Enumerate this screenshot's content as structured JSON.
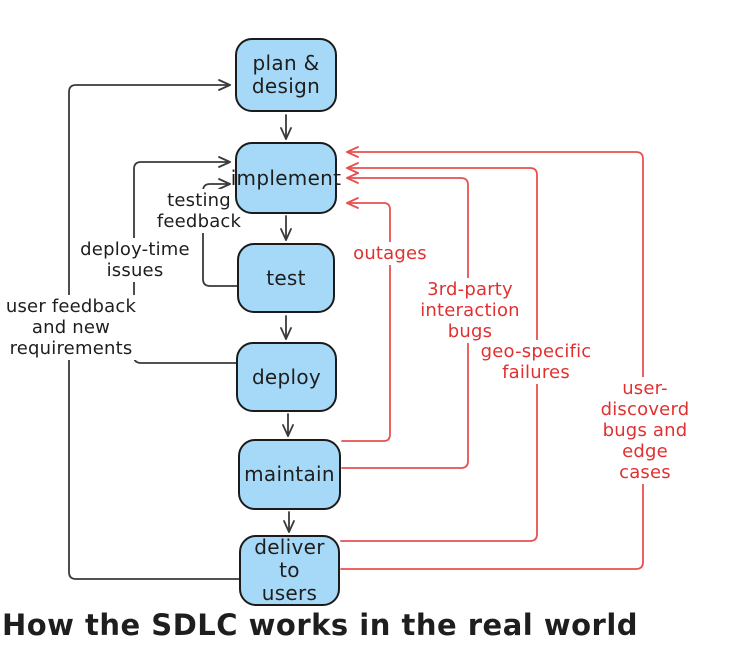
{
  "title": "How the SDLC works in the real world",
  "nodes": [
    {
      "id": "plan-design",
      "label": "plan &\ndesign"
    },
    {
      "id": "implement",
      "label": "implement"
    },
    {
      "id": "test",
      "label": "test"
    },
    {
      "id": "deploy",
      "label": "deploy"
    },
    {
      "id": "maintain",
      "label": "maintain"
    },
    {
      "id": "deliver-to-users",
      "label": "deliver to\nusers"
    }
  ],
  "edge_labels": {
    "testing_feedback": "testing\nfeedback",
    "deploy_time_issues": "deploy-time\nissues",
    "user_feedback": "user feedback\nand new\nrequirements",
    "outages": "outages",
    "third_party": "3rd-party\ninteraction\nbugs",
    "geo_specific": "geo-specific\nfailures",
    "user_discovered": "user-discoverd\nbugs and edge cases"
  },
  "colors": {
    "node_fill": "#a6d9f7",
    "node_border": "#1b1b1b",
    "arrow_black": "#3a3a3a",
    "arrow_red": "#e85050",
    "label_red": "#e03131",
    "text": "#1e1e1e",
    "bg": "#ffffff"
  }
}
